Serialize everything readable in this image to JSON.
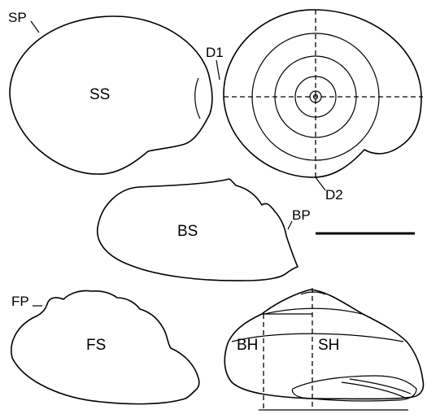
{
  "labels": {
    "sp": "SP",
    "ss": "SS",
    "d1": "D1",
    "d2": "D2",
    "bs": "BS",
    "bp": "BP",
    "fp": "FP",
    "fs": "FS",
    "bh": "BH",
    "sh": "SH"
  },
  "scale_bar": {
    "present": true
  }
}
